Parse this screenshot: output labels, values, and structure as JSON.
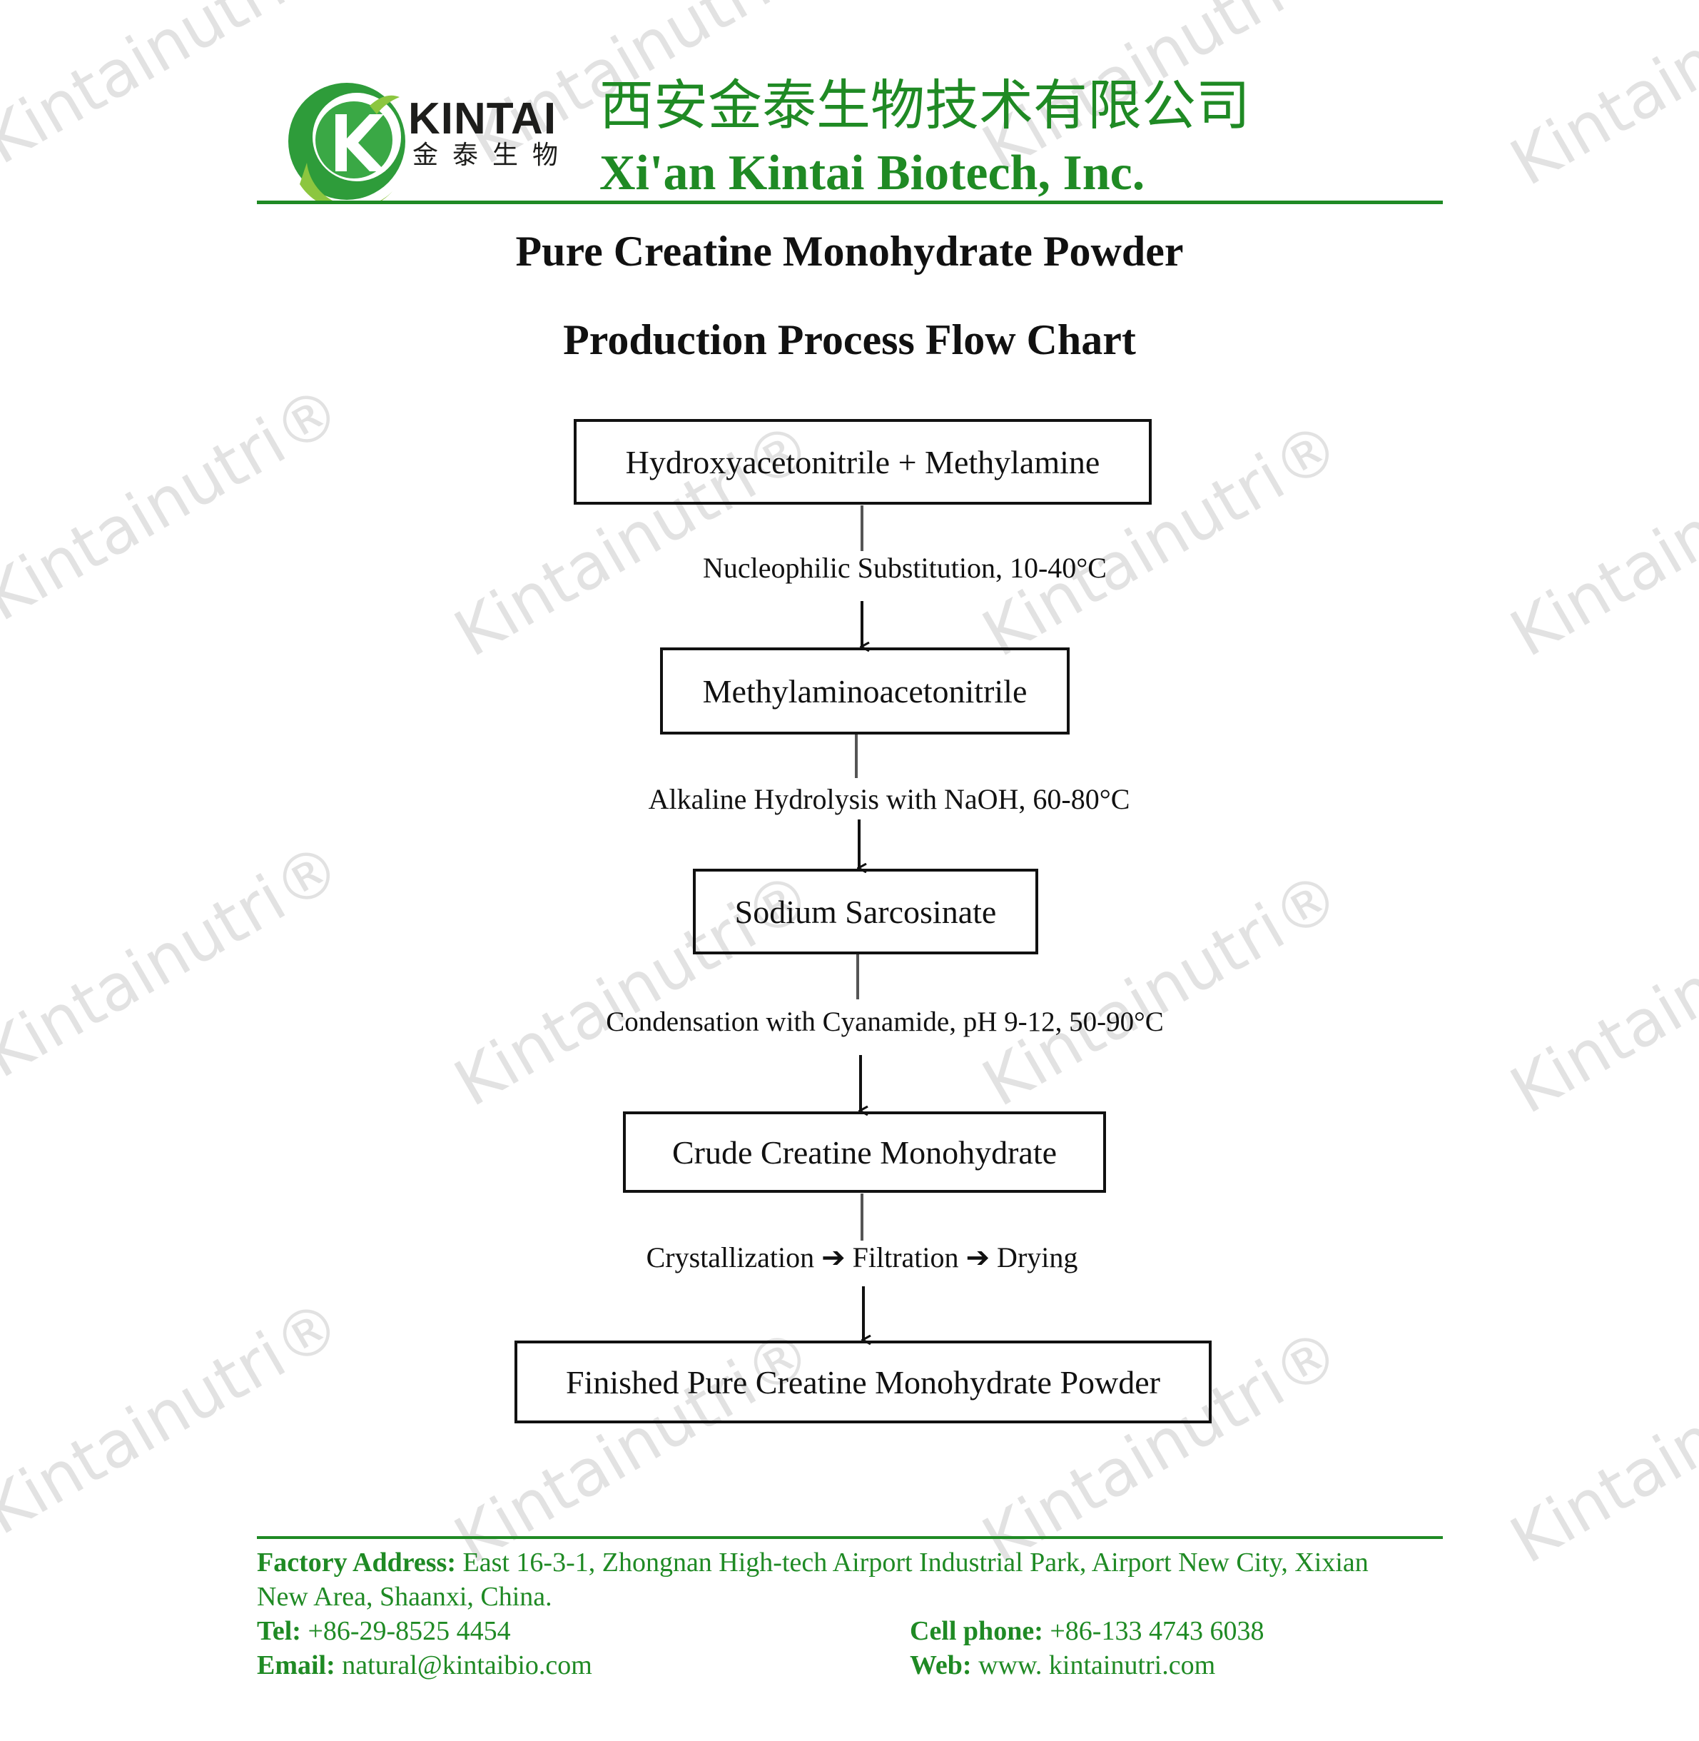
{
  "header": {
    "brand_en": "KINTAI",
    "brand_cn": "金泰生物",
    "company_cn": "西安金泰生物技术有限公司",
    "company_en": "Xi'an Kintai Biotech, Inc."
  },
  "title": {
    "line1": "Pure Creatine Monohydrate Powder",
    "line2": "Production Process Flow Chart"
  },
  "flow": {
    "nodes": [
      "Hydroxyacetonitrile + Methylamine",
      "Methylaminoacetonitrile",
      "Sodium Sarcosinate",
      "Crude Creatine Monohydrate",
      "Finished Pure Creatine Monohydrate Powder"
    ],
    "steps": [
      "Nucleophilic Substitution, 10-40°C",
      "Alkaline Hydrolysis with NaOH, 60-80°C",
      "Condensation with Cyanamide, pH 9-12, 50-90°C",
      "Crystallization ➔ Filtration ➔ Drying"
    ]
  },
  "footer": {
    "address_label": "Factory Address:",
    "address_line1": "East 16-3-1, Zhongnan High-tech Airport Industrial Park, Airport New City, Xixian",
    "address_line2": "New Area, Shaanxi, China.",
    "tel_label": "Tel:",
    "tel": "+86-29-8525 4454",
    "cell_label": "Cell phone:",
    "cell": "+86-133 4743 6038",
    "email_label": "Email:",
    "email": "natural@kintaibio.com",
    "web_label": "Web:",
    "web": "www. kintainutri.com"
  },
  "watermark": "Kintainutri®",
  "colors": {
    "brand_green": "#1f8a24",
    "logo_green_light": "#8cc63f",
    "text": "#111111"
  },
  "icons": {
    "logo": "kintai-k-logo-icon"
  }
}
